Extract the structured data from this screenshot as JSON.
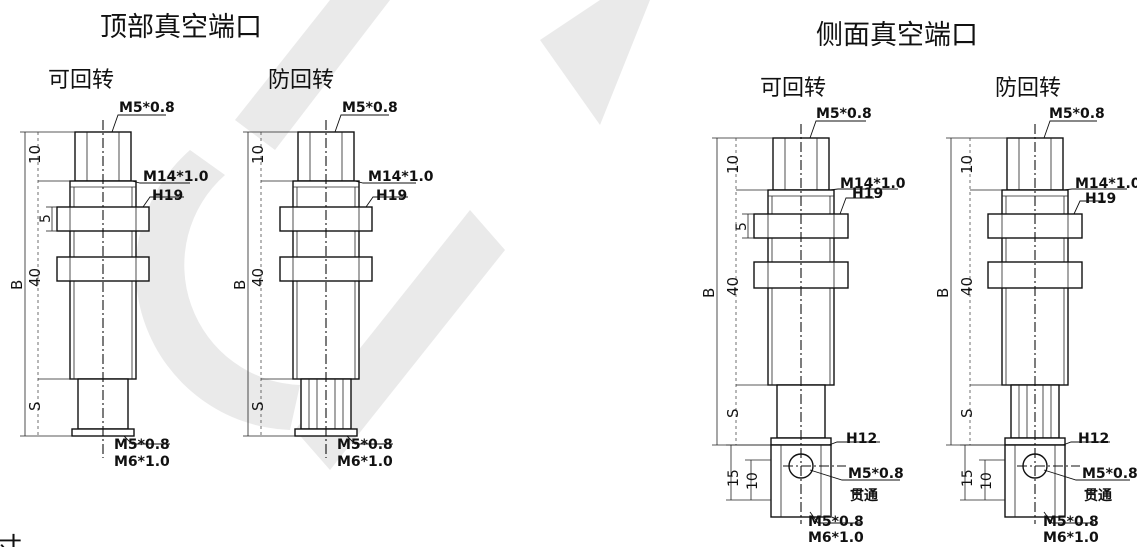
{
  "titles": {
    "top_port": "顶部真空端口",
    "side_port": "侧面真空端口"
  },
  "subtitles": {
    "rotatable": "可回转",
    "anti_rotation": "防回转"
  },
  "threads": {
    "m5": "M5*0.8",
    "m14": "M14*1.0",
    "m6": "M6*1.0"
  },
  "hex": {
    "h19": "H19",
    "h12": "H12"
  },
  "dims": {
    "d10": "10",
    "d5": "5",
    "d40": "40",
    "b": "B",
    "s": "S",
    "d15": "15"
  },
  "through_hole": "贯通",
  "bottom_left_char": "寸"
}
